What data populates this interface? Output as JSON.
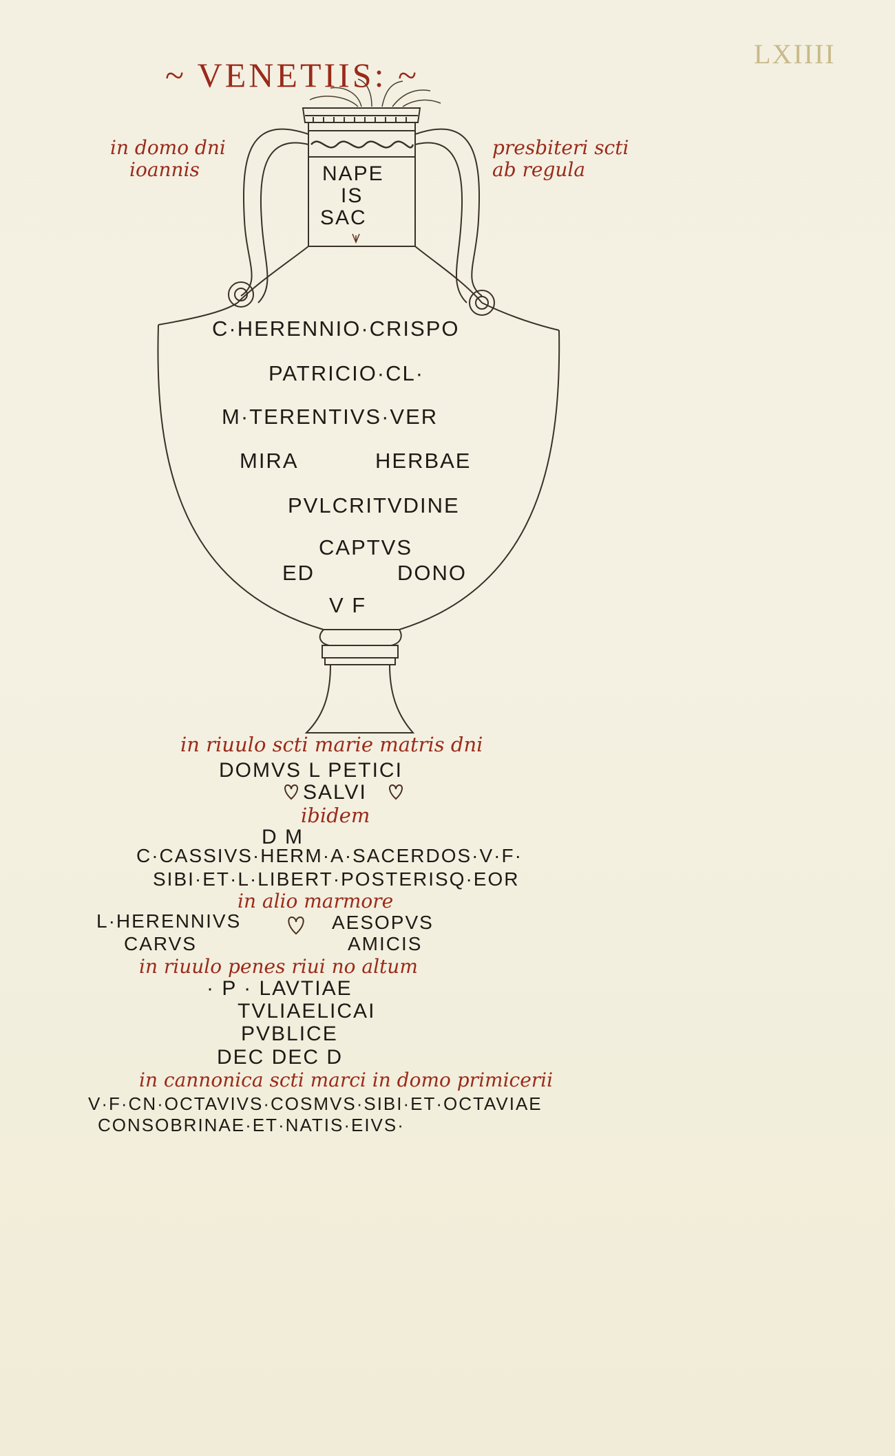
{
  "folio": "LXIIII",
  "heading": "~ VENETIIS: ~",
  "notes": {
    "left_line1": "in domo dni",
    "left_line2": "ioannis",
    "right_line1": "presbiteri scti",
    "right_line2": "ab regula"
  },
  "vase_neck": [
    "NAPE",
    "IS",
    "SAC"
  ],
  "vase_body": [
    "C·HERENNIO·CRISPO",
    "PATRICIO·CL·",
    "M·TERENTIVS·VER",
    "MIRA",
    "HERBAE",
    "PVLCRITVDINE",
    "CAPTVS",
    "ED",
    "DONO",
    "V F"
  ],
  "inscriptions": {
    "caption1": "in riuulo scti marie matris dni",
    "domus": "DOMVS  L  PETICI",
    "salvi": "SALVI",
    "ibidem": "ibidem",
    "dm": "D          M",
    "cassius1": "C·CASSIVS·HERM·A·SACERDOS·V·F·",
    "cassius2": "SIBI·ET·L·LIBERT·POSTERISQ·EOR",
    "caption2": "in alio marmore",
    "herennius_left": "L·HERENNIVS",
    "herennius_right": "AESOPVS",
    "carus_left": "CARVS",
    "carus_right": "AMICIS",
    "caption3": "in riuulo penes riui no altum",
    "lautiae": "· P · LAVTIAE",
    "tuliae": "TVLIAELICAI",
    "publice": "PVBLICE",
    "dec": "DEC          DEC  D",
    "caption4": "in cannonica scti marci in domo primicerii",
    "octavius1": "V·F·CN·OCTAVIVS·COSMVS·SIBI·ET·OCTAVIAE",
    "octavius2": "CONSOBRINAE·ET·NATIS·EIVS·"
  },
  "colors": {
    "parchment": "#f3f0e2",
    "rubric_red": "#9a2a1a",
    "ink": "#1e1a15"
  }
}
